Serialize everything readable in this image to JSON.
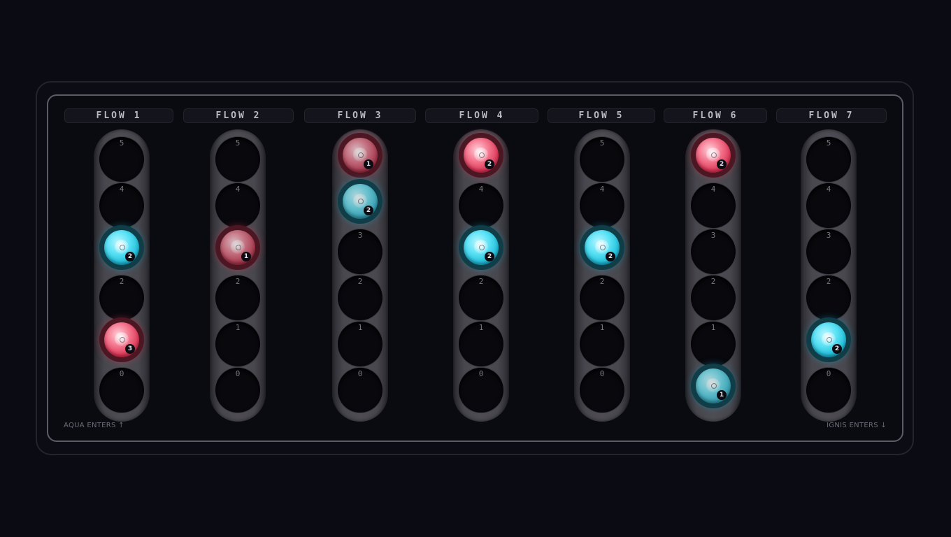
{
  "board": {
    "flows": [
      {
        "label": "FLOW 1",
        "slots": [
          {
            "num": "5",
            "chip": null
          },
          {
            "num": "4",
            "chip": null
          },
          {
            "num": "3",
            "chip": {
              "team": "aqua",
              "count": "2"
            }
          },
          {
            "num": "2",
            "chip": null
          },
          {
            "num": "1",
            "chip": {
              "team": "ignis",
              "count": "3"
            }
          },
          {
            "num": "0",
            "chip": null
          }
        ]
      },
      {
        "label": "FLOW 2",
        "slots": [
          {
            "num": "5",
            "chip": null
          },
          {
            "num": "4",
            "chip": null
          },
          {
            "num": "3",
            "chip": {
              "team": "ignis",
              "count": "1",
              "dim": true
            }
          },
          {
            "num": "2",
            "chip": null
          },
          {
            "num": "1",
            "chip": null
          },
          {
            "num": "0",
            "chip": null
          }
        ]
      },
      {
        "label": "FLOW 3",
        "slots": [
          {
            "num": "5",
            "chip": {
              "team": "ignis",
              "count": "1",
              "dim": true
            }
          },
          {
            "num": "4",
            "chip": {
              "team": "aqua",
              "count": "2",
              "dim": true
            }
          },
          {
            "num": "3",
            "chip": null
          },
          {
            "num": "2",
            "chip": null
          },
          {
            "num": "1",
            "chip": null
          },
          {
            "num": "0",
            "chip": null
          }
        ]
      },
      {
        "label": "FLOW 4",
        "slots": [
          {
            "num": "5",
            "chip": {
              "team": "ignis",
              "count": "2"
            }
          },
          {
            "num": "4",
            "chip": null
          },
          {
            "num": "3",
            "chip": {
              "team": "aqua",
              "count": "2"
            }
          },
          {
            "num": "2",
            "chip": null
          },
          {
            "num": "1",
            "chip": null
          },
          {
            "num": "0",
            "chip": null
          }
        ]
      },
      {
        "label": "FLOW 5",
        "slots": [
          {
            "num": "5",
            "chip": null
          },
          {
            "num": "4",
            "chip": null
          },
          {
            "num": "3",
            "chip": {
              "team": "aqua",
              "count": "2"
            }
          },
          {
            "num": "2",
            "chip": null
          },
          {
            "num": "1",
            "chip": null
          },
          {
            "num": "0",
            "chip": null
          }
        ]
      },
      {
        "label": "FLOW 6",
        "slots": [
          {
            "num": "5",
            "chip": {
              "team": "ignis",
              "count": "2"
            }
          },
          {
            "num": "4",
            "chip": null
          },
          {
            "num": "3",
            "chip": null
          },
          {
            "num": "2",
            "chip": null
          },
          {
            "num": "1",
            "chip": null
          },
          {
            "num": "0",
            "chip": {
              "team": "aqua",
              "count": "1",
              "dim": true
            }
          }
        ]
      },
      {
        "label": "FLOW 7",
        "slots": [
          {
            "num": "5",
            "chip": null
          },
          {
            "num": "4",
            "chip": null
          },
          {
            "num": "3",
            "chip": null
          },
          {
            "num": "2",
            "chip": null
          },
          {
            "num": "1",
            "chip": {
              "team": "aqua",
              "count": "2"
            }
          },
          {
            "num": "0",
            "chip": null
          }
        ]
      }
    ],
    "aqua_hint": "AQUA ENTERS ↑",
    "ignis_hint": "IGNIS ENTERS ↓"
  },
  "colors": {
    "aqua": "#27c3dd",
    "ignis": "#e0405f",
    "background": "#0b0c13"
  }
}
